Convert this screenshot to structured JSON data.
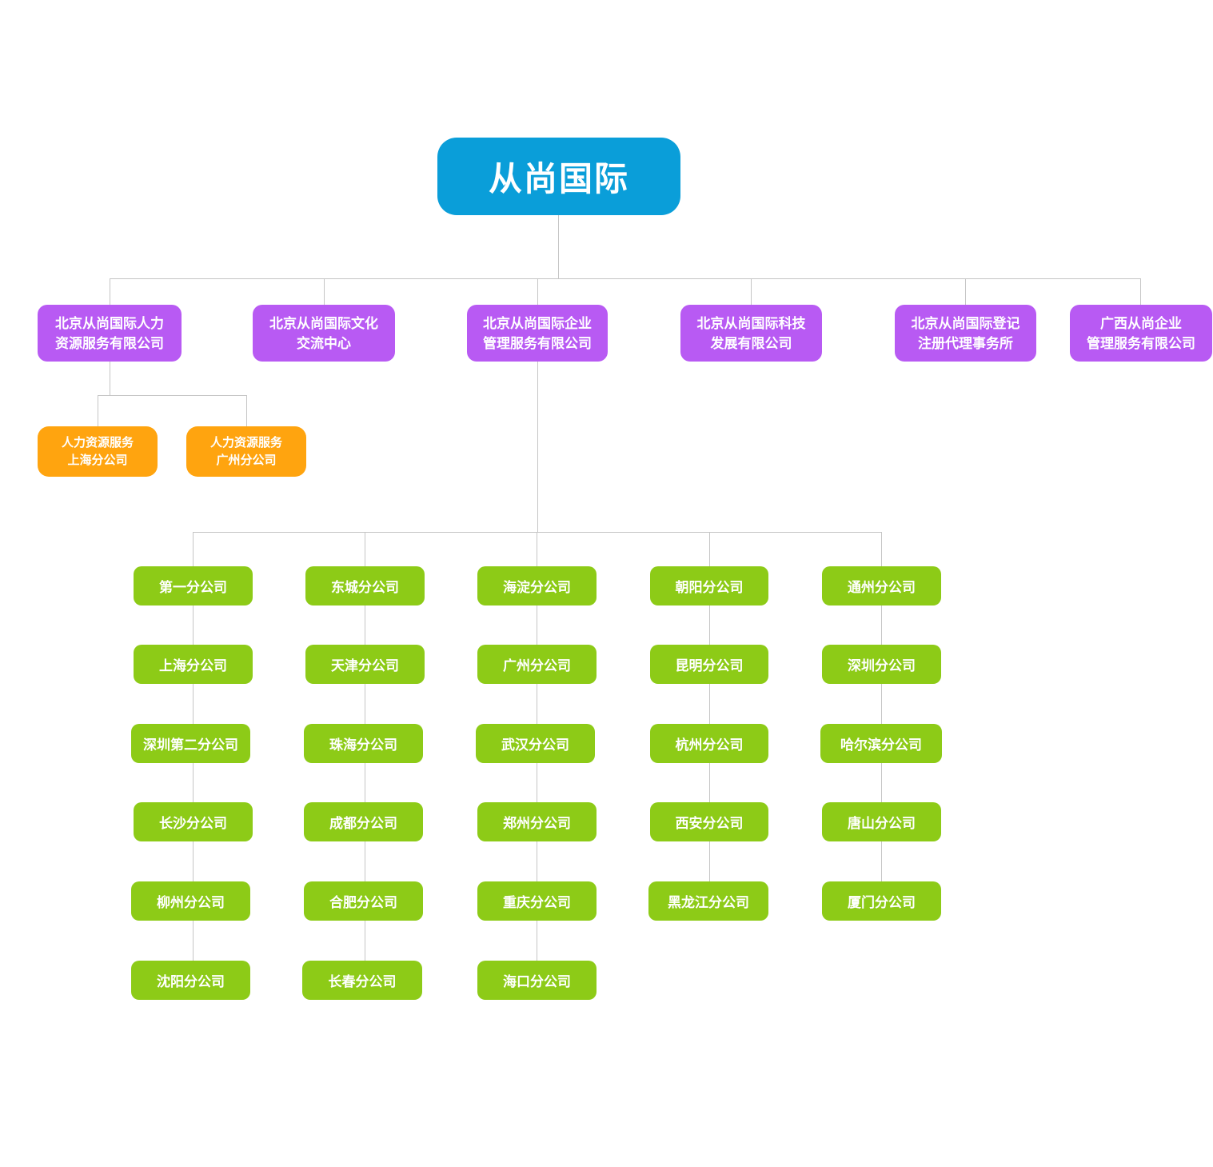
{
  "colors": {
    "root_box": "#0a9ed9",
    "branch_box": "#b85af3",
    "sub_branch_box": "#ffa40f",
    "leaf_box": "#8dcb17",
    "connector_line": "#c5c5c5",
    "text": "#ffffff"
  },
  "root": {
    "label": "从尚国际"
  },
  "branches": [
    {
      "lines": [
        "北京从尚国际人力",
        "资源服务有限公司"
      ]
    },
    {
      "lines": [
        "北京从尚国际文化",
        "交流中心"
      ]
    },
    {
      "lines": [
        "北京从尚国际企业",
        "管理服务有限公司"
      ]
    },
    {
      "lines": [
        "北京从尚国际科技",
        "发展有限公司"
      ]
    },
    {
      "lines": [
        "北京从尚国际登记",
        "注册代理事务所"
      ]
    },
    {
      "lines": [
        "广西从尚企业",
        "管理服务有限公司"
      ]
    }
  ],
  "hr_sub_branches": [
    {
      "lines": [
        "人力资源服务",
        "上海分公司"
      ]
    },
    {
      "lines": [
        "人力资源服务",
        "广州分公司"
      ]
    }
  ],
  "leaf_columns": [
    {
      "items": [
        "第一分公司",
        "上海分公司",
        "深圳第二分公司",
        "长沙分公司",
        "柳州分公司",
        "沈阳分公司"
      ]
    },
    {
      "items": [
        "东城分公司",
        "天津分公司",
        "珠海分公司",
        "成都分公司",
        "合肥分公司",
        "长春分公司"
      ]
    },
    {
      "items": [
        "海淀分公司",
        "广州分公司",
        "武汉分公司",
        "郑州分公司",
        "重庆分公司",
        "海口分公司"
      ]
    },
    {
      "items": [
        "朝阳分公司",
        "昆明分公司",
        "杭州分公司",
        "西安分公司",
        "黑龙江分公司"
      ]
    },
    {
      "items": [
        "通州分公司",
        "深圳分公司",
        "哈尔滨分公司",
        "唐山分公司",
        "厦门分公司"
      ]
    }
  ]
}
